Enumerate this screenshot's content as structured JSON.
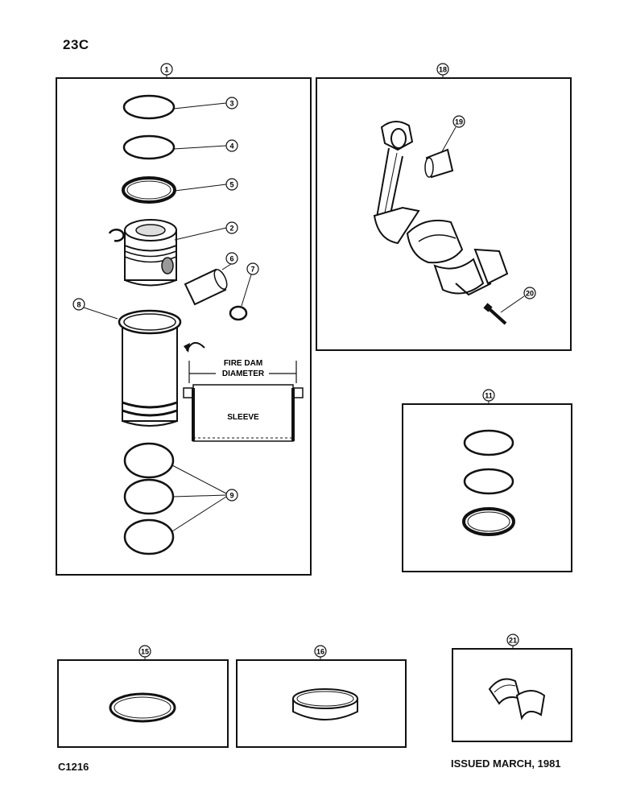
{
  "page_code": "23C",
  "footer": {
    "left": "C1216",
    "right": "ISSUED MARCH, 1981"
  },
  "callouts": {
    "c1": "1",
    "c2": "2",
    "c3": "3",
    "c4": "4",
    "c5": "5",
    "c6": "6",
    "c7": "7",
    "c8": "8",
    "c9": "9",
    "c11": "11",
    "c15": "15",
    "c16": "16",
    "c18": "18",
    "c19": "19",
    "c20": "20",
    "c21": "21"
  },
  "labels": {
    "fire_dam_line1": "FIRE DAM",
    "fire_dam_line2": "DIAMETER",
    "sleeve": "SLEEVE"
  }
}
